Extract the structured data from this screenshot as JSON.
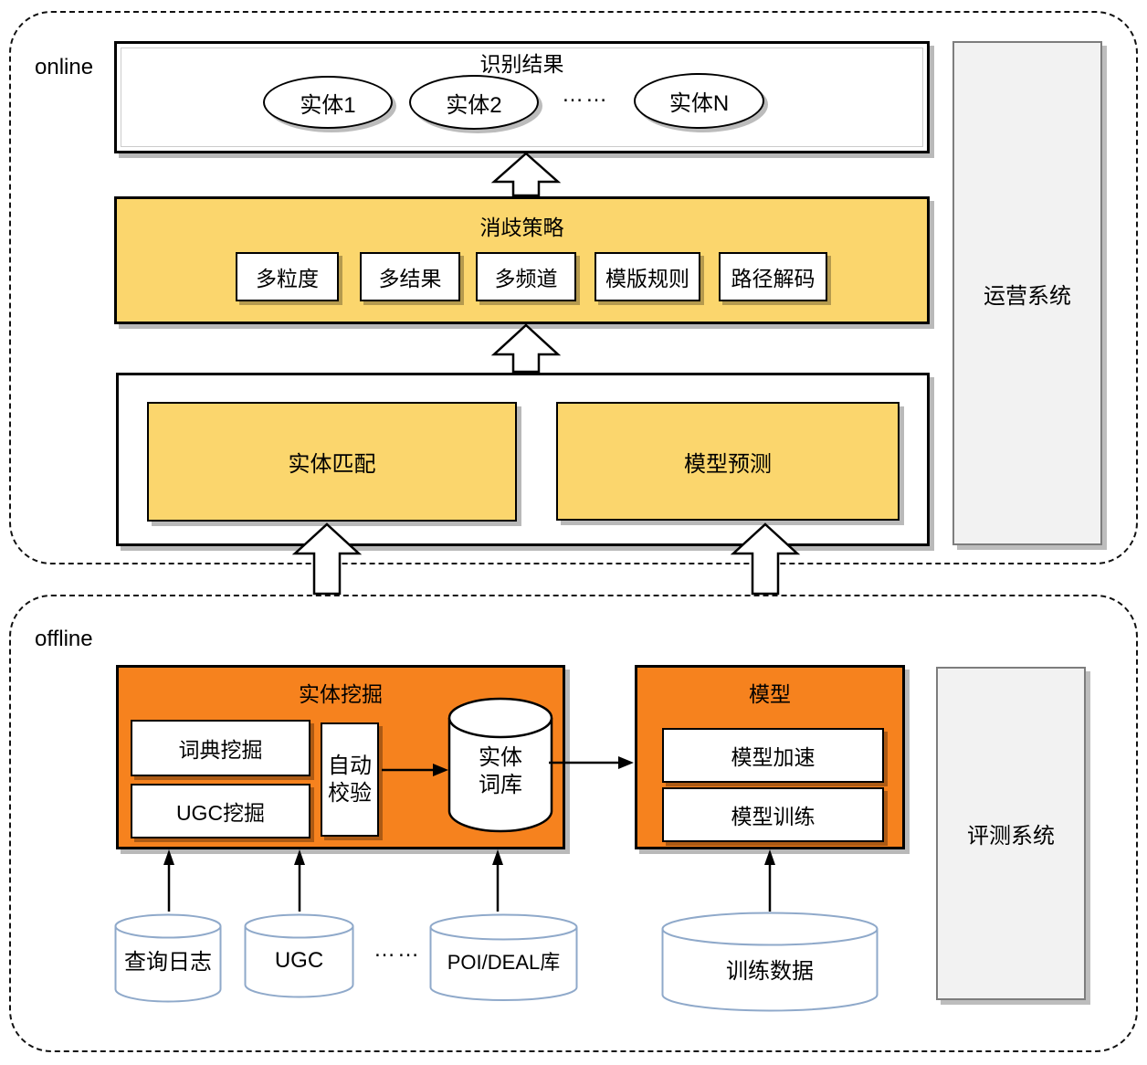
{
  "online": {
    "label": "online",
    "recognition": {
      "title": "识别结果",
      "entities": [
        "实体1",
        "实体2",
        "……",
        "实体N"
      ]
    },
    "disambiguation": {
      "title": "消歧策略",
      "strategies": [
        "多粒度",
        "多结果",
        "多频道",
        "模版规则",
        "路径解码"
      ]
    },
    "matching": {
      "entity_match": "实体匹配",
      "model_predict": "模型预测"
    },
    "ops_system": "运营系统"
  },
  "offline": {
    "label": "offline",
    "entity_mining": {
      "title": "实体挖掘",
      "dict_mining": "词典挖掘",
      "ugc_mining": "UGC挖掘",
      "auto_check": "自动校验",
      "entity_lexicon": "实体词库"
    },
    "model": {
      "title": "模型",
      "accelerate": "模型加速",
      "train": "模型训练"
    },
    "eval_system": "评测系统",
    "data_sources": {
      "query_log": "查询日志",
      "ugc": "UGC",
      "ellipsis": "……",
      "poi_deal": "POI/DEAL库",
      "train_data": "训练数据"
    }
  },
  "colors": {
    "yellow": "#FBD66D",
    "orange": "#F6821E",
    "panel_gray": "#F2F2F2",
    "cylinder_stroke": "#8FA9CA"
  }
}
